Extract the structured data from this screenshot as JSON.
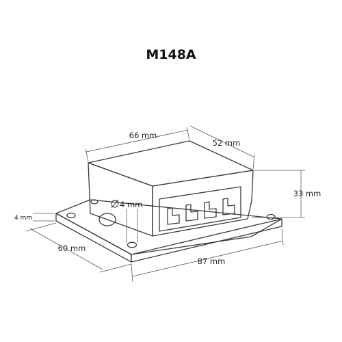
{
  "title": "M148A",
  "dimensions": {
    "length": "66 mm",
    "width": "52 mm",
    "height": "33 mm",
    "hole_diameter": "4 mm",
    "base_thickness": "4 mm",
    "base_width": "60 mm",
    "base_length": "87 mm"
  },
  "colors": {
    "housing_front": "#efefef",
    "housing_side": "#d9d9d9",
    "housing_top": "#e8e8e8",
    "base_plate": "#e4e4e4",
    "outline": "#3a3a3a"
  }
}
